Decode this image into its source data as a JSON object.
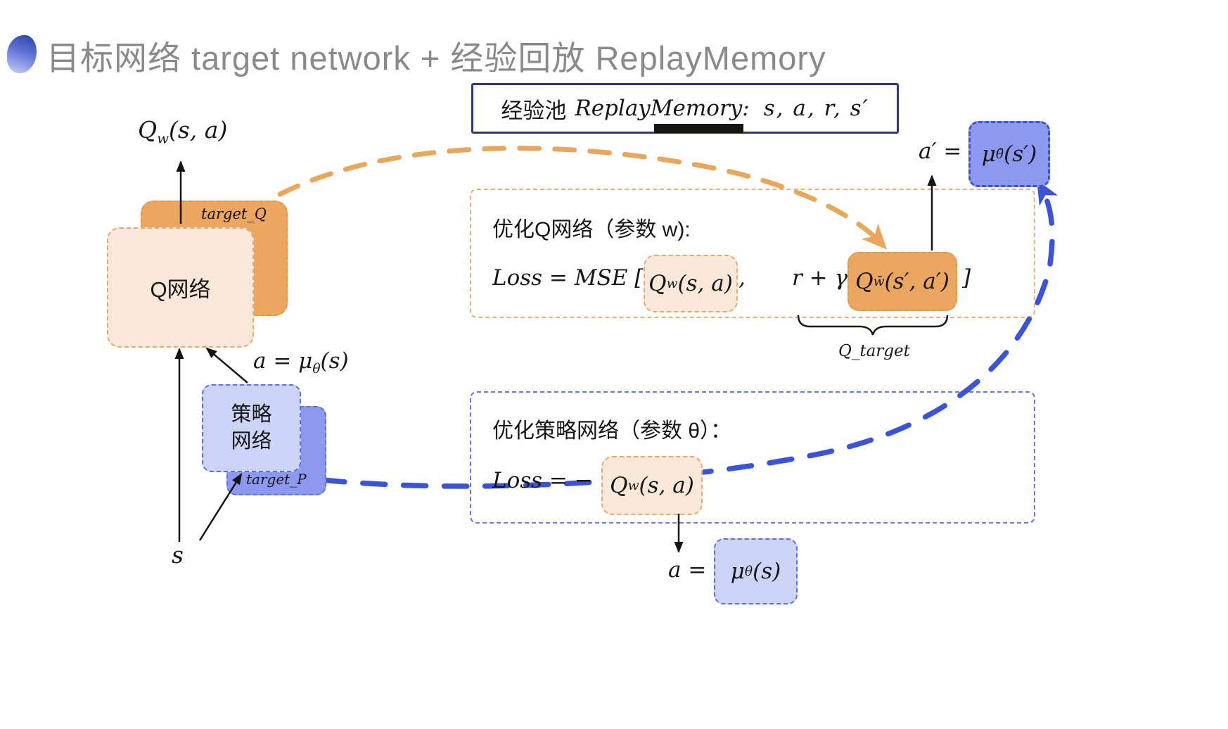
{
  "title": "目标网络 target network + 经验回放 ReplayMemory",
  "replay_box": {
    "prefix": "经验池",
    "name": "ReplayMemory:",
    "tuple": "s, a, r, s′"
  },
  "q_network": {
    "output_base": "Q",
    "output_sub": "w",
    "output_args": "(s, a)",
    "label": "Q网络",
    "target_label": "target_Q"
  },
  "policy_network": {
    "line1": "策略",
    "line2": "网络",
    "target_label": "target_P"
  },
  "labels": {
    "state": "s",
    "action_mid_base": "a = μ",
    "action_mid_sub": "θ",
    "action_mid_args": "(s)"
  },
  "opt_q_panel": {
    "header": "优化Q网络（参数 w):",
    "loss_prefix": "Loss = MSE [",
    "q_chip_base": "Q",
    "q_chip_sub": "w",
    "q_chip_args": "(s, a)",
    "comma": ",",
    "target_prefix": "r + γ",
    "target_chip_base": "Q",
    "target_chip_sub": "w̄",
    "target_chip_args": "(s′, a′)",
    "bracket_close": "]",
    "brace_label": "Q_target"
  },
  "opt_p_panel": {
    "header": "优化策略网络（参数 θ）：",
    "loss_prefix": "Loss = −",
    "chip_base": "Q",
    "chip_sub": "w",
    "chip_args": "(s, a)"
  },
  "action_output": {
    "prefix": "a =",
    "chip_base": "μ",
    "chip_sub": "θ",
    "chip_args": "(s)"
  },
  "next_action": {
    "prefix": "a′ =",
    "chip_base": "μ",
    "chip_sub": "θ̄",
    "chip_args": "(s′)"
  },
  "colors": {
    "accent_orange": "#E8A75A",
    "orange_fill": "#EBA660",
    "peach_fill": "#FAE8D8",
    "accent_blue": "#3A53D8",
    "blue_light_fill": "#CCD5F7",
    "blue_mid_fill": "#8C99EF",
    "navy_border": "#2C3A7D",
    "title_gray": "#8A8A8A"
  }
}
